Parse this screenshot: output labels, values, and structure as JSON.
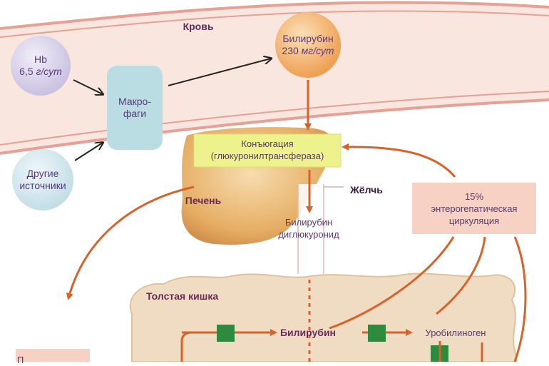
{
  "blood": {
    "label": "Кровь"
  },
  "hb": {
    "line1": "Hb",
    "line2_value": "6,5",
    "line2_unit": "г/сут"
  },
  "other_sources": {
    "line1": "Другие",
    "line2": "источники"
  },
  "macrophages": {
    "line1": "Макро-",
    "line2": "фаги"
  },
  "bilirubin_blood": {
    "line1": "Билирубин",
    "line2_value": "230",
    "line2_unit": "мг/сут"
  },
  "conjugation": {
    "line1": "Конъюгация",
    "line2": "(глюкуронилтрансфераза)"
  },
  "liver": {
    "label": "Печень"
  },
  "bile": {
    "label": "Жёлчь"
  },
  "diglucuronide": {
    "line1": "Билирубин",
    "line2": "диглюкуронид"
  },
  "enterohepatic": {
    "line1": "15%",
    "line2": "энтерогепатическая",
    "line3": "циркуляция"
  },
  "colon": {
    "label": "Толстая кишка"
  },
  "colon_bilirubin": {
    "label": "Билирубин"
  },
  "urobilinogen": {
    "label": "Уробилиноген"
  },
  "bottom_left_box": {
    "label": "П"
  },
  "colors": {
    "arrow_orange": "#d9622b",
    "band_pink": "#f9e3dc",
    "band_stripe": "#e8a79a",
    "circle_hb": "#d9d3ea",
    "circle_other": "#d6e8ef",
    "macrophage_box": "#b9dde3",
    "bilirubin_circle": "#f2b06a",
    "conjugation_box": "#ecf28a",
    "liver": "#e8b56e",
    "enterohepatic_box": "#f7d2c4",
    "colon": "#f0dcc3",
    "green_square": "#2f8a3e",
    "text_purple": "#6a2a5a"
  }
}
